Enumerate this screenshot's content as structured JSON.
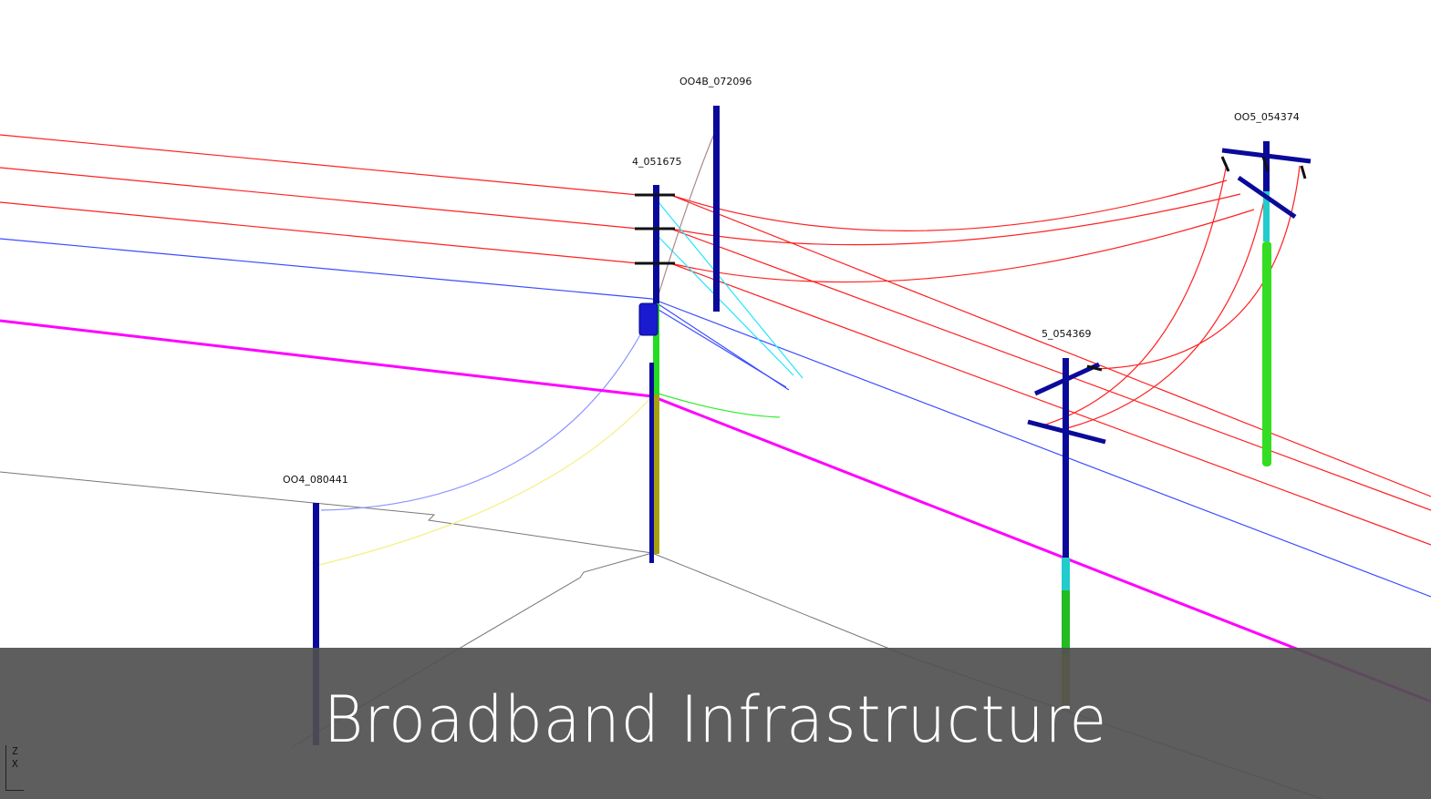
{
  "caption": "Broadband Infrastructure",
  "poles": {
    "p1": "OO4B_072096",
    "p2": "4_051675",
    "p3": "OO5_054374",
    "p4": "5_054369",
    "p5": "OO4_080441"
  },
  "axis": {
    "z": "Z",
    "x": "X"
  },
  "colors": {
    "power_line": "#ff2020",
    "comm_line": "#3a4bff",
    "fiber_line": "#ff00ff",
    "pole": "#0a0a9a",
    "ground_line": "#777777",
    "guy_cyan": "#22e5ff",
    "green_segment": "#22dd22",
    "caption_bar": "#505050"
  }
}
